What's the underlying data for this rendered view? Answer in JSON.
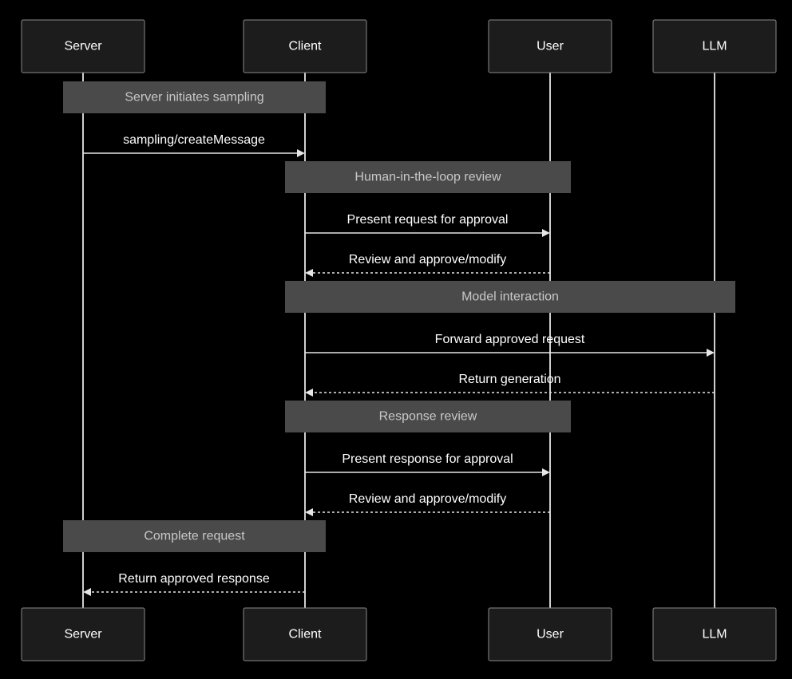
{
  "actors": [
    {
      "id": "server",
      "label": "Server"
    },
    {
      "id": "client",
      "label": "Client"
    },
    {
      "id": "user",
      "label": "User"
    },
    {
      "id": "llm",
      "label": "LLM"
    }
  ],
  "notes": [
    {
      "label": "Server initiates sampling",
      "span": [
        "server",
        "client"
      ]
    },
    {
      "label": "Human-in-the-loop review",
      "span": [
        "client",
        "user"
      ]
    },
    {
      "label": "Model interaction",
      "span": [
        "client",
        "llm"
      ]
    },
    {
      "label": "Response review",
      "span": [
        "client",
        "user"
      ]
    },
    {
      "label": "Complete request",
      "span": [
        "server",
        "client"
      ]
    }
  ],
  "messages": [
    {
      "label": "sampling/createMessage",
      "from": "server",
      "to": "client",
      "style": "solid"
    },
    {
      "label": "Present request for approval",
      "from": "client",
      "to": "user",
      "style": "solid"
    },
    {
      "label": "Review and approve/modify",
      "from": "user",
      "to": "client",
      "style": "dashed"
    },
    {
      "label": "Forward approved request",
      "from": "client",
      "to": "llm",
      "style": "solid"
    },
    {
      "label": "Return generation",
      "from": "llm",
      "to": "client",
      "style": "dashed"
    },
    {
      "label": "Present response for approval",
      "from": "client",
      "to": "user",
      "style": "solid"
    },
    {
      "label": "Review and approve/modify",
      "from": "user",
      "to": "client",
      "style": "dashed"
    },
    {
      "label": "Return approved response",
      "from": "client",
      "to": "server",
      "style": "dashed"
    }
  ],
  "sequence": [
    {
      "kind": "note",
      "index": 0
    },
    {
      "kind": "message",
      "index": 0
    },
    {
      "kind": "note",
      "index": 1
    },
    {
      "kind": "message",
      "index": 1
    },
    {
      "kind": "message",
      "index": 2
    },
    {
      "kind": "note",
      "index": 2
    },
    {
      "kind": "message",
      "index": 3
    },
    {
      "kind": "message",
      "index": 4
    },
    {
      "kind": "note",
      "index": 3
    },
    {
      "kind": "message",
      "index": 5
    },
    {
      "kind": "message",
      "index": 6
    },
    {
      "kind": "note",
      "index": 4
    },
    {
      "kind": "message",
      "index": 7
    }
  ]
}
